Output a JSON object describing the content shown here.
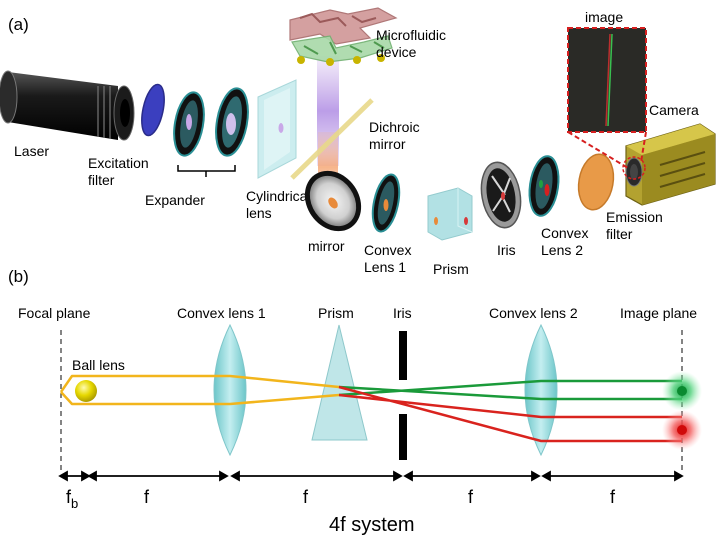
{
  "panel_a": {
    "panel_label": "(a)",
    "labels": {
      "laser": "Laser",
      "excitation_filter_1": "Excitation",
      "excitation_filter_2": "filter",
      "expander": "Expander",
      "cylindrical_lens_1": "Cylindrical",
      "cylindrical_lens_2": "lens",
      "microfluidic_1": "Microfluidic",
      "microfluidic_2": "device",
      "dichroic_1": "Dichroic",
      "dichroic_2": "mirror",
      "mirror": "mirror",
      "convex_lens_1_a": "Convex",
      "convex_lens_1_b": "Lens 1",
      "prism": "Prism",
      "iris": "Iris",
      "convex_lens_2_a": "Convex",
      "convex_lens_2_b": "Lens 2",
      "emission_filter_1": "Emission",
      "emission_filter_2": "filter",
      "camera": "Camera",
      "image": "image"
    }
  },
  "panel_b": {
    "panel_label": "(b)",
    "labels": {
      "focal_plane": "Focal plane",
      "ball_lens": "Ball lens",
      "convex_lens_1": "Convex lens 1",
      "prism": "Prism",
      "iris": "Iris",
      "convex_lens_2": "Convex lens 2",
      "image_plane": "Image plane"
    },
    "distances": {
      "fb_main": "f",
      "fb_sub": "b",
      "f1": "f",
      "f2": "f",
      "f3": "f",
      "f4": "f"
    },
    "system_label": "4f system"
  },
  "colors": {
    "yellow_beam": "#f2b51c",
    "green_beam": "#1a9a3a",
    "red_beam": "#d9231e",
    "lens_cyan": "#8fd6d8",
    "filter_blue": "#3b3fbf",
    "emission_orange": "#e89a48",
    "camera_olive": "#b3a230"
  }
}
